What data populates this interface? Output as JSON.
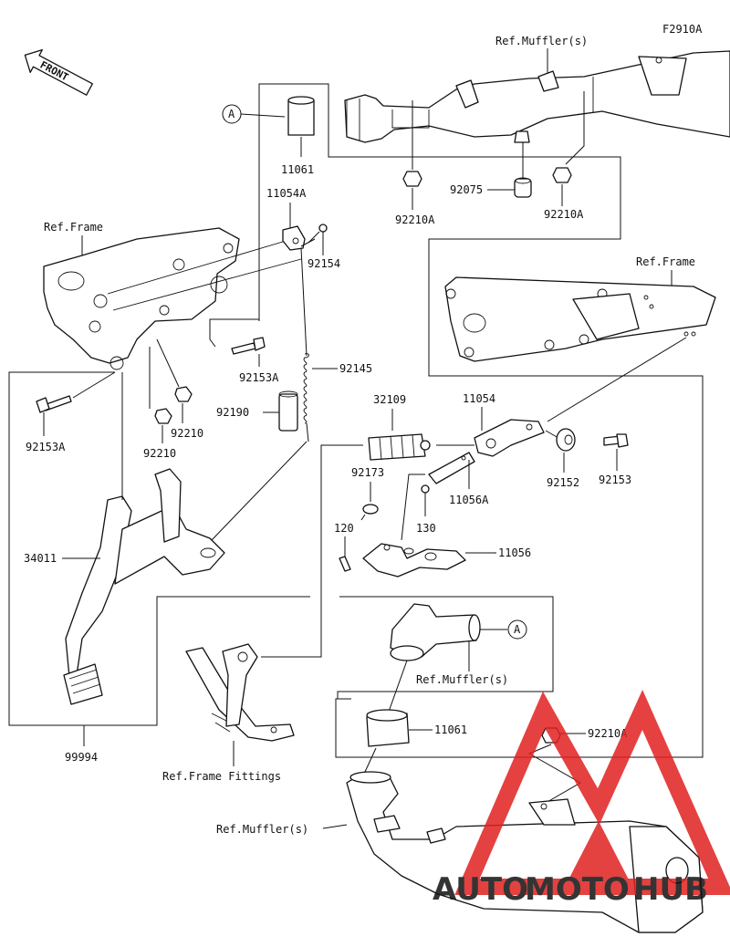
{
  "figure_code": "F2910A",
  "front_label": "FRONT",
  "callout_letter": "A",
  "refs": {
    "muffler": "Ref.Muffler(s)",
    "frame": "Ref.Frame",
    "frame_fittings": "Ref.Frame Fittings"
  },
  "parts": {
    "p11061": "11061",
    "p11054A": "11054A",
    "p92154": "92154",
    "p92153A": "92153A",
    "p92145": "92145",
    "p92190": "92190",
    "p92210": "92210",
    "p92210A": "92210A",
    "p92075": "92075",
    "p32109": "32109",
    "p11054": "11054",
    "p92152": "92152",
    "p92153": "92153",
    "p92173": "92173",
    "p11056A": "11056A",
    "p120": "120",
    "p130": "130",
    "p11056": "11056",
    "p34011": "34011",
    "p99994": "99994"
  },
  "watermark": {
    "brand": "AUTOMOTOHUB",
    "part1": "AUTO",
    "part2": "MOTO",
    "part3": "HUB",
    "color_red": "#e02020",
    "color_orange": "#f2a13a",
    "color_gray": "#a8a8a8"
  }
}
